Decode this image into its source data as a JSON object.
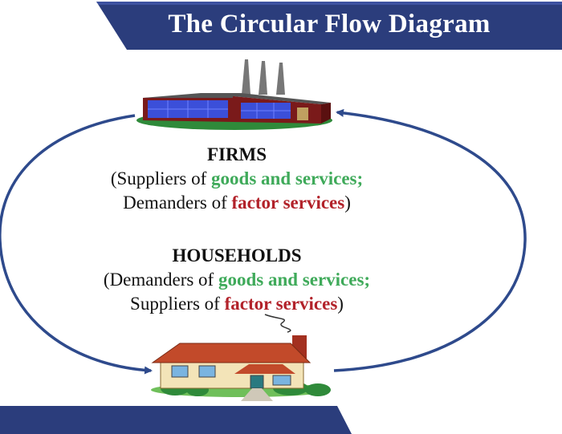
{
  "title": "The Circular Flow Diagram",
  "firms": {
    "heading": "FIRMS",
    "line1_prefix": "(Suppliers of ",
    "line1_highlight": "goods and services;",
    "line2_prefix": "Demanders of ",
    "line2_highlight": "factor services",
    "line2_suffix": ")"
  },
  "households": {
    "heading": "HOUSEHOLDS",
    "line1_prefix": "(Demanders of ",
    "line1_highlight": "goods and services;",
    "line2_prefix": "Suppliers of ",
    "line2_highlight": "factor services",
    "line2_suffix": ")"
  },
  "colors": {
    "banner": "#2b3d7c",
    "flow_line": "#2e4a8c",
    "goods_highlight": "#3faa5a",
    "factor_highlight": "#b2222a"
  },
  "icons": [
    "factory-icon",
    "house-icon"
  ]
}
